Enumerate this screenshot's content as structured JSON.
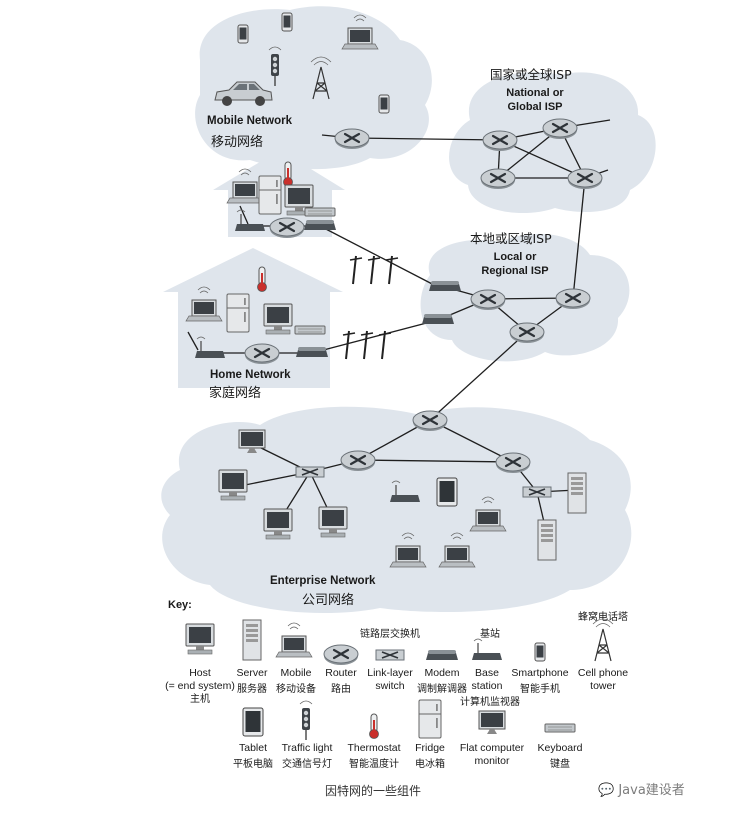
{
  "regions": {
    "mobile": {
      "en": "Mobile Network",
      "cn": "移动网络"
    },
    "national": {
      "cn": "国家或全球ISP",
      "en_line1": "National or",
      "en_line2": "Global ISP"
    },
    "local": {
      "cn": "本地或区域ISP",
      "en_line1": "Local or",
      "en_line2": "Regional ISP"
    },
    "home": {
      "en": "Home Network",
      "cn": "家庭网络"
    },
    "enterprise": {
      "en": "Enterprise Network",
      "cn": "公司网络"
    }
  },
  "key": {
    "title": "Key:",
    "row1": [
      {
        "id": "host",
        "icon": "desktop-icon",
        "l1": "Host",
        "l2": "(= end system)",
        "cn": "主机"
      },
      {
        "id": "server",
        "icon": "server-icon",
        "l1": "Server",
        "l2": "",
        "cn": "服务器"
      },
      {
        "id": "mobile",
        "icon": "laptop-icon",
        "l1": "Mobile",
        "l2": "",
        "cn": "移动设备"
      },
      {
        "id": "router",
        "icon": "router-icon",
        "l1": "Router",
        "l2": "",
        "cn": "路由"
      },
      {
        "id": "switch",
        "icon": "switch-icon",
        "l1": "Link-layer",
        "l2": "switch",
        "cn_above": "链路层交换机"
      },
      {
        "id": "modem",
        "icon": "modem-icon",
        "l1": "Modem",
        "l2": "",
        "cn": "调制解调器"
      },
      {
        "id": "base",
        "icon": "base-station-icon",
        "l1": "Base",
        "l2": "station",
        "cn_above": "基站"
      },
      {
        "id": "smartphone",
        "icon": "smartphone-icon",
        "l1": "Smartphone",
        "l2": "",
        "cn": "智能手机"
      },
      {
        "id": "tower",
        "icon": "cell-tower-icon",
        "l1": "Cell phone",
        "l2": "tower",
        "cn_above": "蜂窝电话塔"
      }
    ],
    "row2": [
      {
        "id": "tablet",
        "icon": "tablet-icon",
        "l1": "Tablet",
        "l2": "",
        "cn": "平板电脑"
      },
      {
        "id": "traffic",
        "icon": "traffic-light-icon",
        "l1": "Traffic light",
        "l2": "",
        "cn": "交通信号灯"
      },
      {
        "id": "thermostat",
        "icon": "thermostat-icon",
        "l1": "Thermostat",
        "l2": "",
        "cn": "智能温度计"
      },
      {
        "id": "fridge",
        "icon": "fridge-icon",
        "l1": "Fridge",
        "l2": "",
        "cn": "电冰箱"
      },
      {
        "id": "flatmon",
        "icon": "flat-monitor-icon",
        "l1": "Flat computer",
        "l2": "monitor",
        "cn_above": "计算机监视器"
      },
      {
        "id": "keyboard",
        "icon": "keyboard-icon",
        "l1": "Keyboard",
        "l2": "",
        "cn": "键盘"
      }
    ]
  },
  "caption": "因特网的一些组件",
  "watermark": "Java建设者"
}
